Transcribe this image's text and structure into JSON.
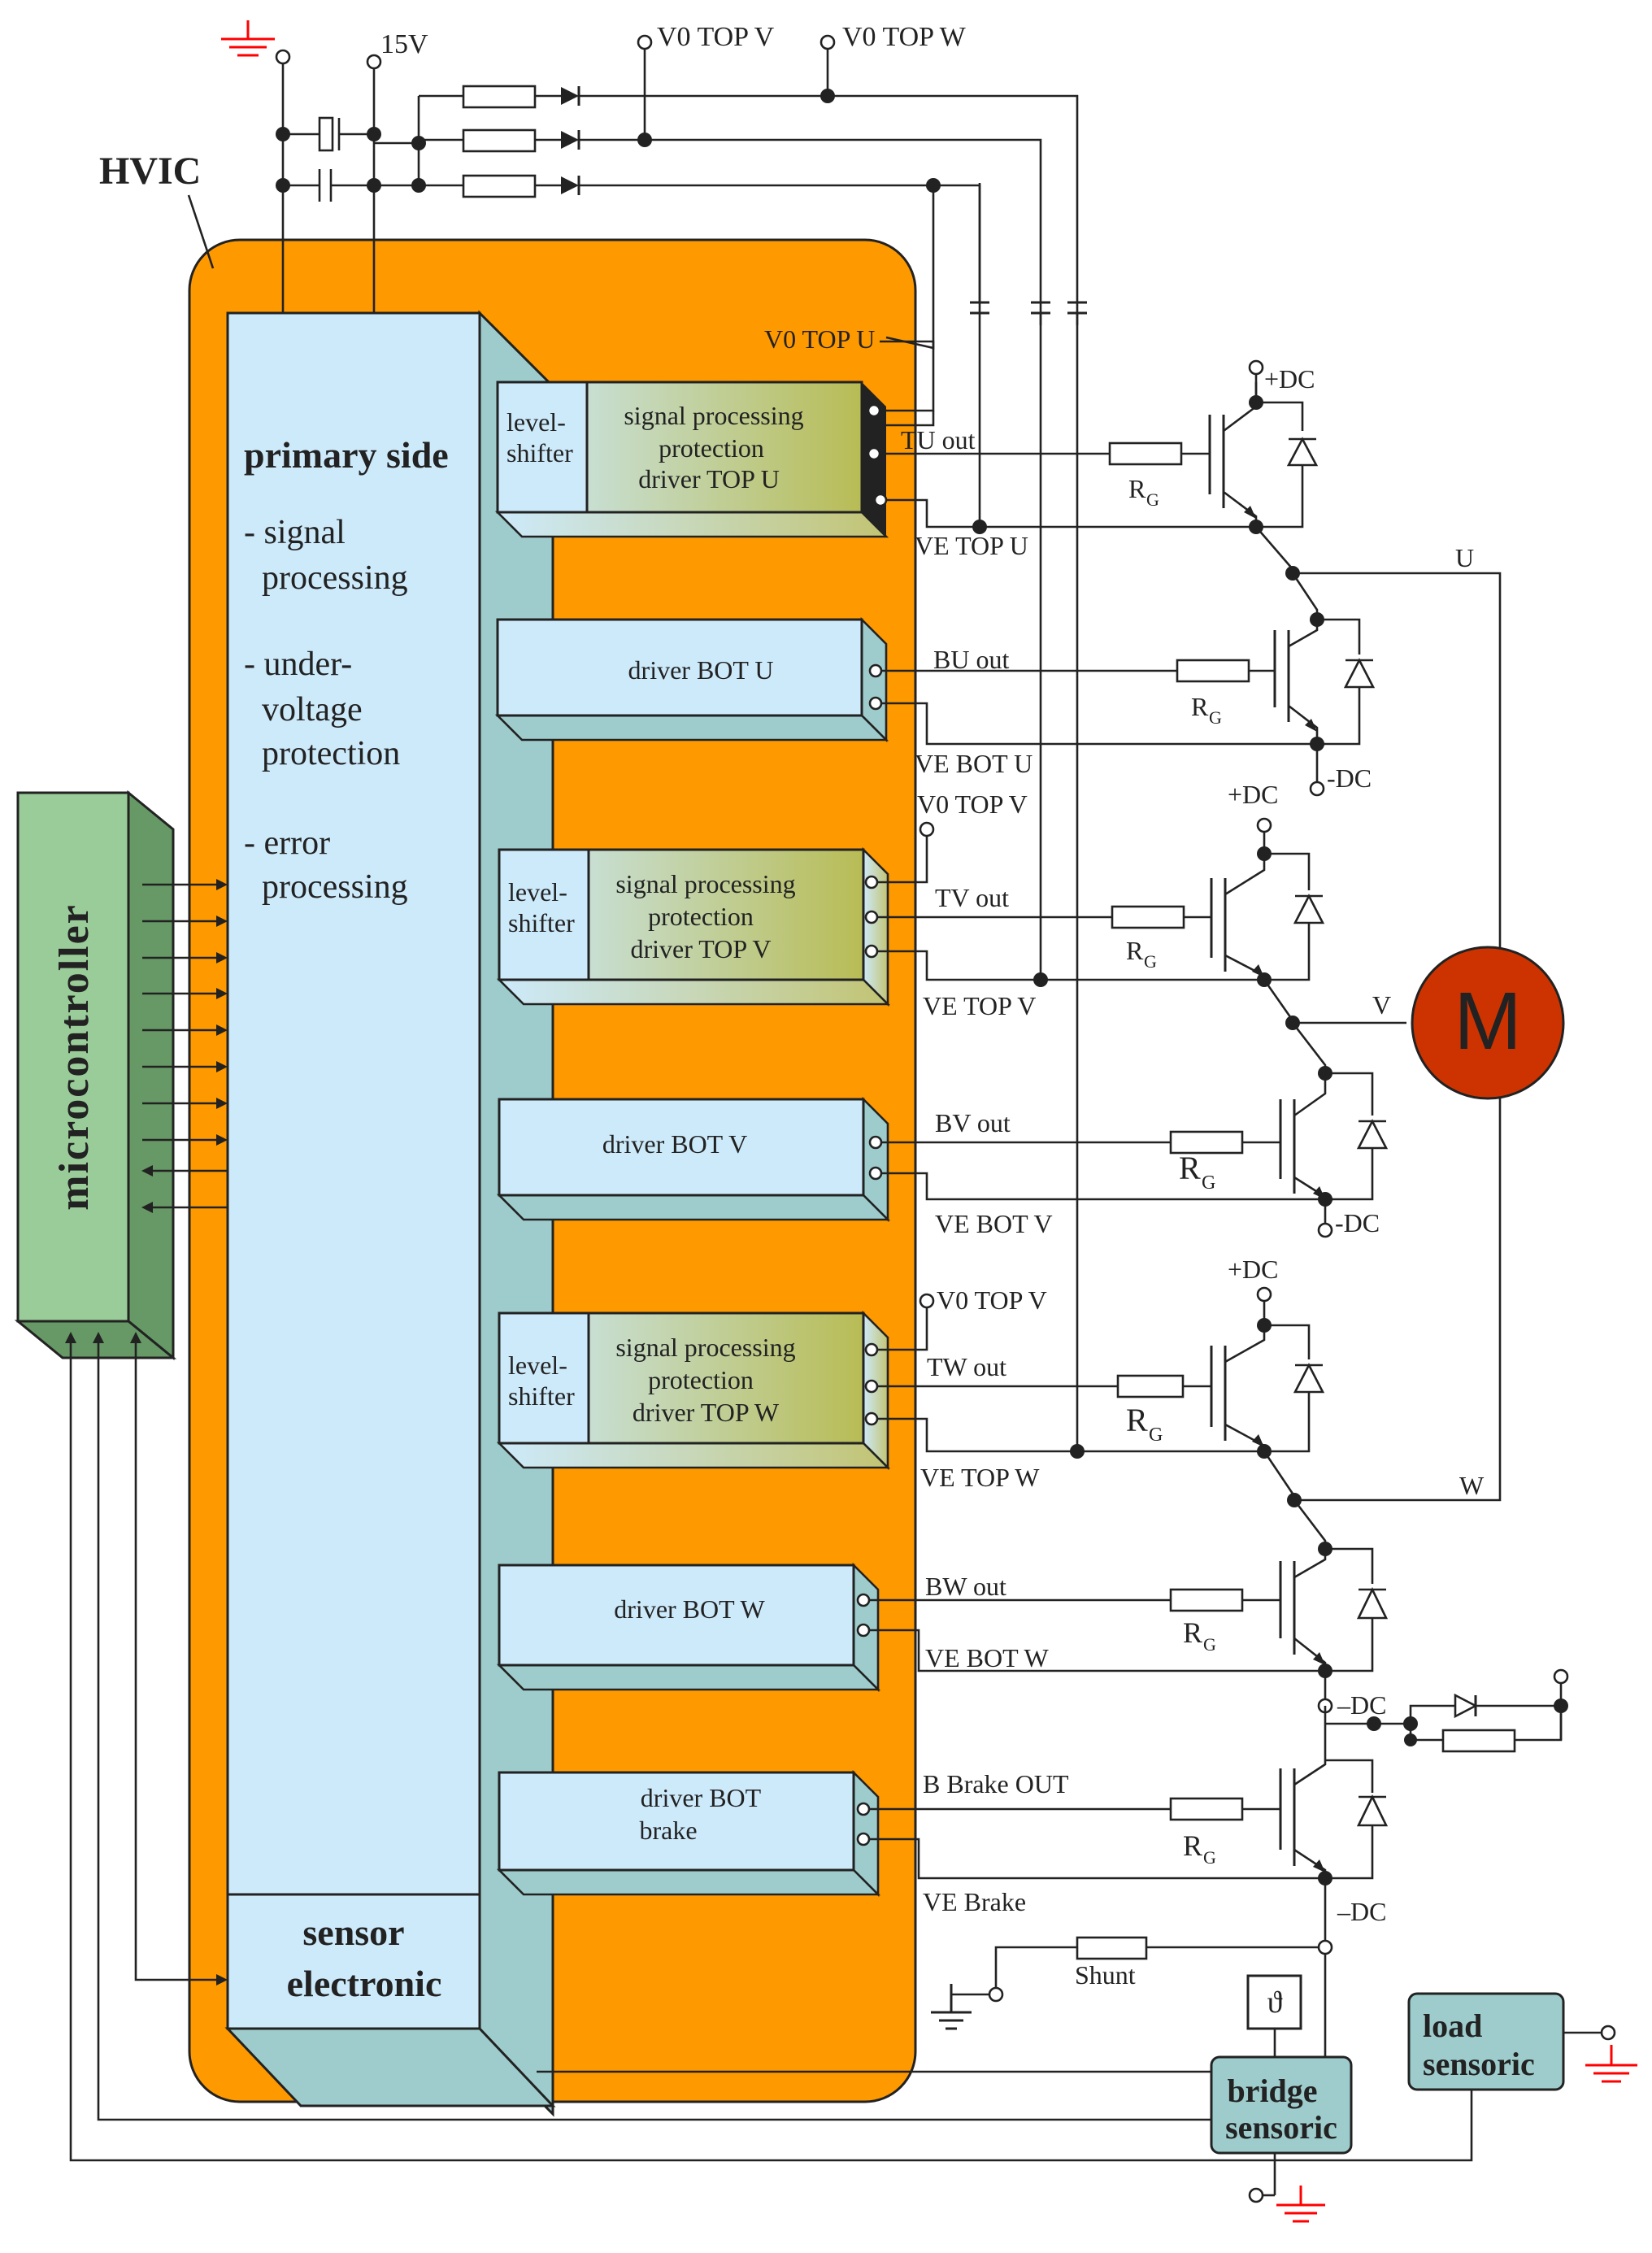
{
  "supply": {
    "v15": "15V",
    "v0_top_v": "V0 TOP V",
    "v0_top_w": "V0 TOP W"
  },
  "hvic": {
    "title": "HVIC"
  },
  "primary": {
    "title": "primary side",
    "item1a": "- signal",
    "item1b": "processing",
    "item2a": "- under-",
    "item2b": "voltage",
    "item2c": "protection",
    "item3a": "- error",
    "item3b": "processing"
  },
  "sensor": {
    "line1": "sensor",
    "line2": "electronic"
  },
  "microcontroller": {
    "label": "microcontroller"
  },
  "blocks": {
    "level_a": "level-",
    "level_b": "shifter",
    "top_u_1": "signal processing",
    "top_u_2": "protection",
    "top_u_3": "driver TOP U",
    "top_v_1": "signal processing",
    "top_v_2": "protection",
    "top_v_3": "driver TOP V",
    "top_w_1": "signal processing",
    "top_w_2": "protection",
    "top_w_3": "driver TOP W",
    "bot_u": "driver BOT U",
    "bot_v": "driver BOT V",
    "bot_w": "driver BOT W",
    "brake_1": "driver BOT",
    "brake_2": "brake"
  },
  "signals": {
    "v0_top_u": "V0 TOP U",
    "tu_out": "TU out",
    "ve_top_u": "VE TOP U",
    "bu_out": "BU out",
    "ve_bot_u": "VE BOT U",
    "v0_top_v": "V0 TOP V",
    "tv_out": "TV out",
    "ve_top_v": "VE TOP V",
    "bv_out": "BV out",
    "ve_bot_v": "VE BOT V",
    "v0_top_w": "V0 TOP V",
    "tw_out": "TW out",
    "ve_top_w": "VE TOP W",
    "bw_out": "BW out",
    "ve_bot_w": "VE BOT W",
    "b_brake_out": "B Brake OUT",
    "ve_brake": "VE Brake"
  },
  "power": {
    "rg": "R",
    "rg_sub": "G",
    "plus_dc": "+DC",
    "minus_dc": "-DC",
    "minus_dc_dash": "–DC",
    "phase_u": "U",
    "phase_v": "V",
    "phase_w": "W",
    "motor": "M",
    "shunt": "Shunt",
    "theta": "ϑ"
  },
  "bridge": {
    "line1": "bridge",
    "line2": "sensoric"
  },
  "load": {
    "line1": "load",
    "line2": "sensoric"
  },
  "colors": {
    "hvic_orange": "#ff9900",
    "primary_blue": "#cdeafb",
    "side_teal": "#9ecccc",
    "micro_green": "#99cc99",
    "motor_red": "#cc3300",
    "ground_red": "#ff0000"
  }
}
